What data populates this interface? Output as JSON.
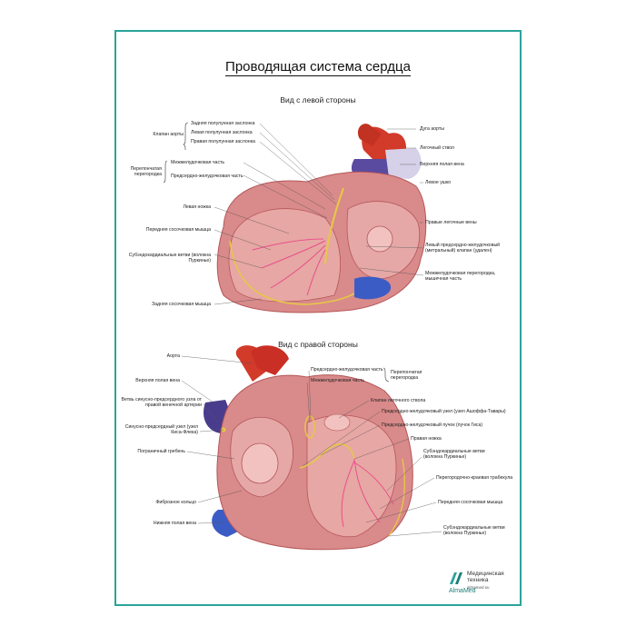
{
  "poster": {
    "title": "Проводящая система сердца",
    "top_view": {
      "subtitle": "Вид с левой стороны",
      "left_labels": {
        "valve_group": "Клапан аорты",
        "valve_1": "Задняя полулунная заслонка",
        "valve_2": "Левая полулунная заслонка",
        "valve_3": "Правая полулунная заслонка",
        "septum_group": "Перепончатая перегородка",
        "septum_1": "Межжелудочковая часть",
        "septum_2": "Предсердно-желудочковая часть",
        "left_bundle": "Левая ножка",
        "ant_papillary": "Передняя сосочковая мышца",
        "subendo": "Субэндокардиальные ветви (волокна Пуркинье)",
        "post_papillary": "Задняя сосочковая мышца"
      },
      "right_labels": {
        "aortic_arch": "Дуга аорты",
        "pulm_trunk": "Легочный ствол",
        "svc": "Верхняя полая вена",
        "left_auricle": "Левое ушко",
        "right_pulm_veins": "Правые легочные вены",
        "mitral": "Левый предсердно-желудочковый (митральный) клапан (удален)",
        "iv_septum": "Межжелудочковая перегородка, мышечная часть"
      }
    },
    "bottom_view": {
      "subtitle": "Вид с правой стороны",
      "left_labels": {
        "aorta": "Аорта",
        "svc": "Верхняя полая вена",
        "sa_artery": "Ветвь синусно-предсердного узла от правой венечной артерии",
        "sa_node": "Синусно-предсердный узел (узел Киса-Флека)",
        "crista": "Пограничный гребень",
        "fibrous_ring": "Фиброзное кольцо",
        "ivc": "Нижняя полая вена"
      },
      "right_labels": {
        "septum_1": "Предсердно-желудочковая часть",
        "septum_2": "Межжелудочковая часть",
        "septum_group": "Перепончатая перегородка",
        "pulm_valve": "Клапан легочного ствола",
        "av_node": "Предсердно-желудочковый узел (узел Ашоффа-Тавары)",
        "his": "Предсердно-желудочковый пучок (пучок Гиса)",
        "right_bundle": "Правая ножка",
        "subendo": "Субэндокардиальные ветви (волокна Пуркинье)",
        "trabecula": "Перегородочно-краевая трабекула",
        "ant_papillary": "Передняя сосочковая мышца",
        "subendo2": "Субэндокардиальные ветви (волокна Пуркинье)"
      }
    },
    "logo": {
      "company": "Медицинская техника",
      "brand": "AlmaMed",
      "site": "almamed.su"
    },
    "colors": {
      "frame": "#2aa39a",
      "muscle": "#d98a8a",
      "muscle_dark": "#b5565a",
      "artery": "#d23a2a",
      "vein": "#4a3c8c",
      "conduction": "#e6c64a",
      "purkinje": "#e8508a"
    }
  }
}
